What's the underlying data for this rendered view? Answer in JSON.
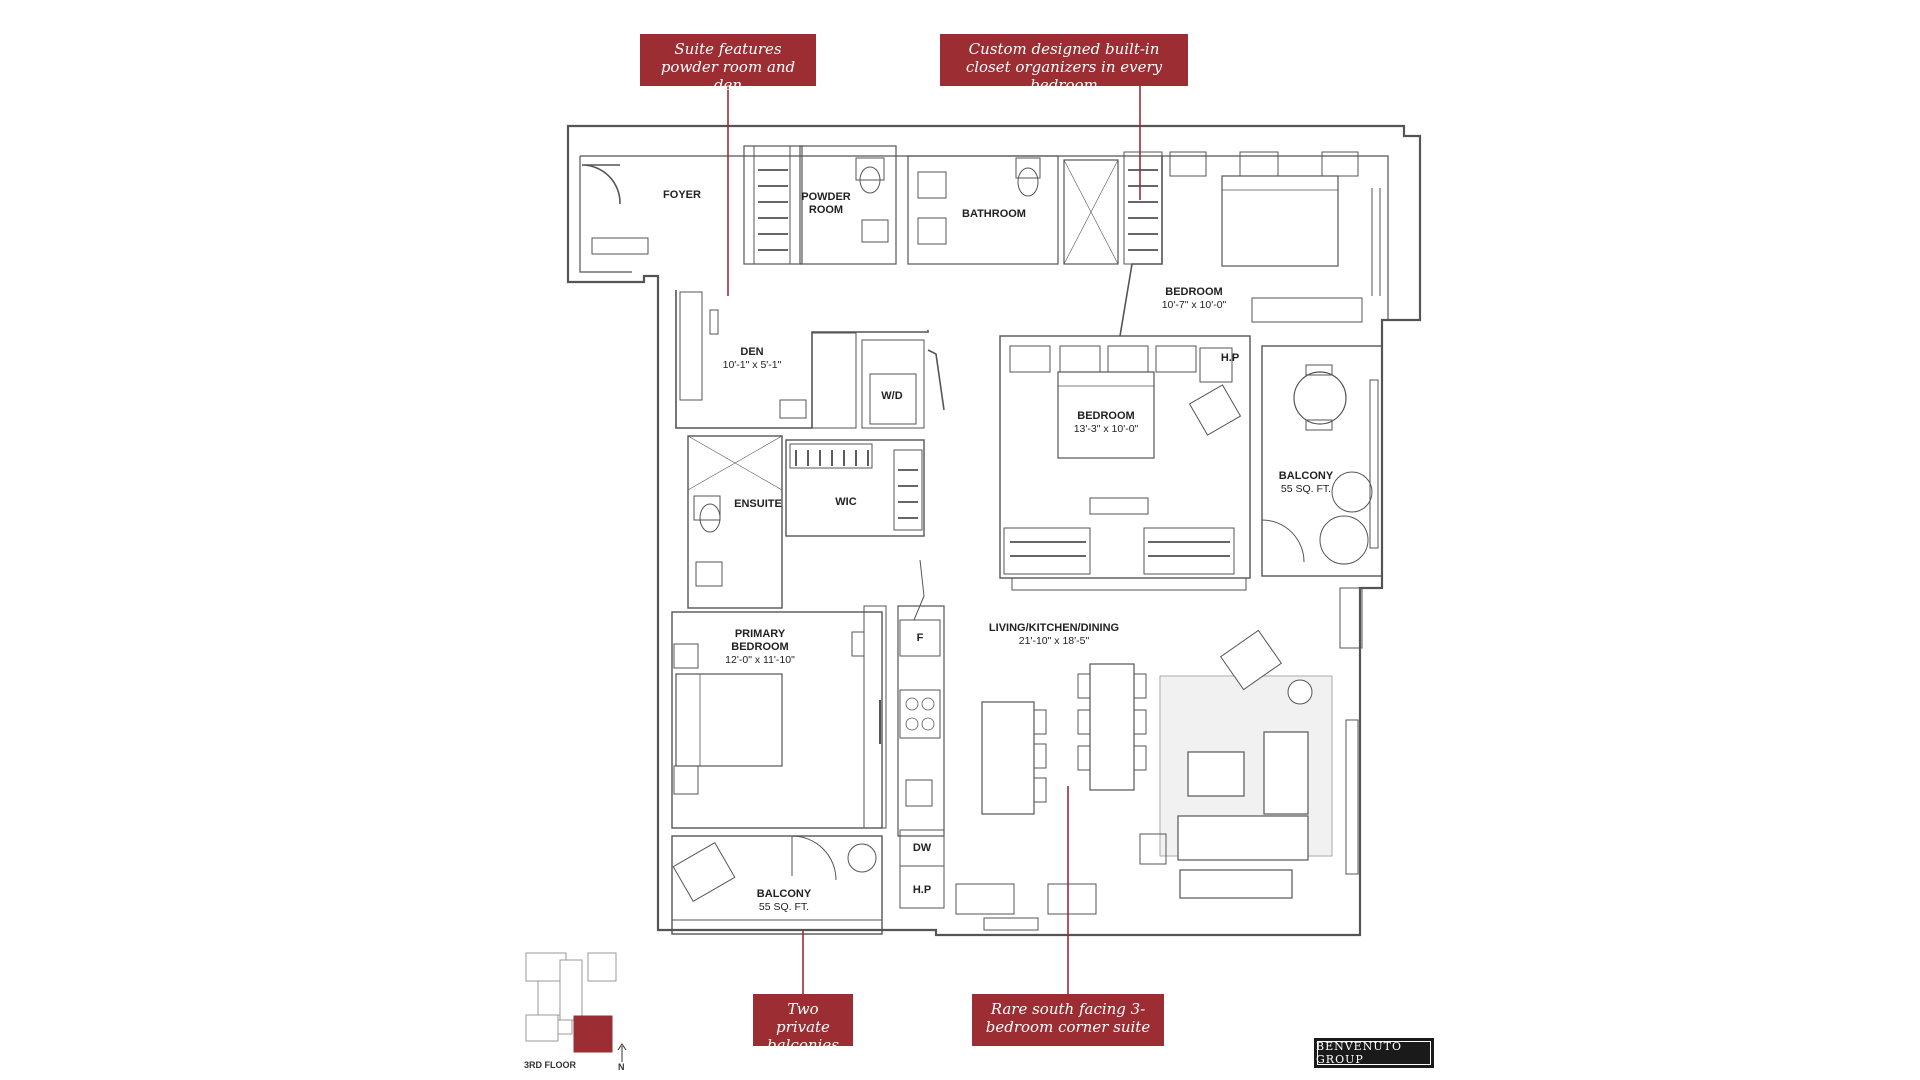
{
  "callouts": {
    "powder_den": "Suite features powder room and den",
    "closets": "Custom designed built-in closet organizers in every bedroom",
    "balconies": "Two private balconies",
    "corner_suite": "Rare south facing 3-bedroom corner suite"
  },
  "rooms": {
    "foyer": {
      "name": "FOYER"
    },
    "powder_room": {
      "name_line1": "POWDER",
      "name_line2": "ROOM"
    },
    "bathroom": {
      "name": "BATHROOM"
    },
    "bedroom_ne": {
      "name": "BEDROOM",
      "dims": "10'-7\" x 10'-0\""
    },
    "den": {
      "name": "DEN",
      "dims": "10'-1\" x 5'-1\""
    },
    "wd": {
      "name": "W/D"
    },
    "bedroom_mid": {
      "name": "BEDROOM",
      "dims": "13'-3\" x 10'-0\""
    },
    "hp_top": {
      "name": "H.P"
    },
    "balcony_e": {
      "name": "BALCONY",
      "area": "55 SQ. FT."
    },
    "ensuite": {
      "name": "ENSUITE"
    },
    "wic": {
      "name": "WIC"
    },
    "primary_bedroom": {
      "name_line1": "PRIMARY",
      "name_line2": "BEDROOM",
      "dims": "12'-0\" x 11'-10\""
    },
    "fridge": {
      "name": "F"
    },
    "living": {
      "name": "LIVING/KITCHEN/DINING",
      "dims": "21'-10\" x 18'-5\""
    },
    "dw": {
      "name": "DW"
    },
    "hp_bottom": {
      "name": "H.P"
    },
    "balcony_s": {
      "name": "BALCONY",
      "area": "55 SQ. FT."
    }
  },
  "keyplan": {
    "floor": "3RD FLOOR",
    "north": "N"
  },
  "brand": "BENVENUTO GROUP",
  "colors": {
    "accent": "#9b2d33",
    "wall": "#555555",
    "line": "#333333"
  }
}
